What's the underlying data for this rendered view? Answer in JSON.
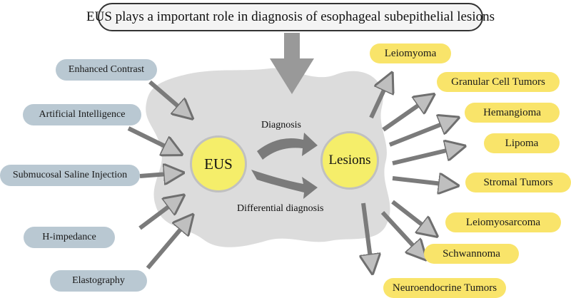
{
  "title": "EUS plays a important role in diagnosis of esophageal subepithelial lesions",
  "center": {
    "eus": "EUS",
    "lesions": "Lesions",
    "diagnosis": "Diagnosis",
    "differential": "Differential diagnosis"
  },
  "techniques": [
    "Enhanced Contrast",
    "Artificial Intelligence",
    "Submucosal Saline Injection",
    "H-impedance",
    "Elastography"
  ],
  "lesion_types": [
    "Leiomyoma",
    "Granular Cell Tumors",
    "Hemangioma",
    "Lipoma",
    "Stromal Tumors",
    "Leiomyosarcoma",
    "Schwannoma",
    "Neuroendocrine Tumors"
  ],
  "colors": {
    "technique_fill": "#b9c8d2",
    "lesion_fill": "#f9e46a",
    "circle_fill": "#f5ee6a",
    "blob_fill": "#dcdcdc",
    "arrow": "#7b7b7b"
  }
}
